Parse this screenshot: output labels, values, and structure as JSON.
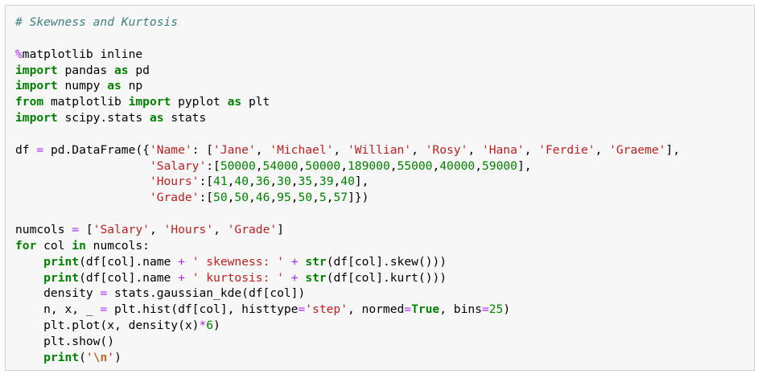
{
  "cell": {
    "lines": [
      [
        {
          "t": "comment",
          "v": "# Skewness and Kurtosis"
        }
      ],
      [],
      [
        {
          "t": "magic",
          "v": "%"
        },
        {
          "t": "text",
          "v": "matplotlib inline"
        }
      ],
      [
        {
          "t": "kw",
          "v": "import"
        },
        {
          "t": "text",
          "v": " pandas "
        },
        {
          "t": "kw",
          "v": "as"
        },
        {
          "t": "text",
          "v": " pd"
        }
      ],
      [
        {
          "t": "kw",
          "v": "import"
        },
        {
          "t": "text",
          "v": " numpy "
        },
        {
          "t": "kw",
          "v": "as"
        },
        {
          "t": "text",
          "v": " np"
        }
      ],
      [
        {
          "t": "kw",
          "v": "from"
        },
        {
          "t": "text",
          "v": " matplotlib "
        },
        {
          "t": "kw",
          "v": "import"
        },
        {
          "t": "text",
          "v": " pyplot "
        },
        {
          "t": "kw",
          "v": "as"
        },
        {
          "t": "text",
          "v": " plt"
        }
      ],
      [
        {
          "t": "kw",
          "v": "import"
        },
        {
          "t": "text",
          "v": " scipy.stats "
        },
        {
          "t": "kw",
          "v": "as"
        },
        {
          "t": "text",
          "v": " stats"
        }
      ],
      [],
      [
        {
          "t": "text",
          "v": "df "
        },
        {
          "t": "op",
          "v": "="
        },
        {
          "t": "text",
          "v": " pd.DataFrame({"
        },
        {
          "t": "str",
          "v": "'Name'"
        },
        {
          "t": "text",
          "v": ": ["
        },
        {
          "t": "str",
          "v": "'Jane'"
        },
        {
          "t": "text",
          "v": ", "
        },
        {
          "t": "str",
          "v": "'Michael'"
        },
        {
          "t": "text",
          "v": ", "
        },
        {
          "t": "str",
          "v": "'Willian'"
        },
        {
          "t": "text",
          "v": ", "
        },
        {
          "t": "str",
          "v": "'Rosy'"
        },
        {
          "t": "text",
          "v": ", "
        },
        {
          "t": "str",
          "v": "'Hana'"
        },
        {
          "t": "text",
          "v": ", "
        },
        {
          "t": "str",
          "v": "'Ferdie'"
        },
        {
          "t": "text",
          "v": ", "
        },
        {
          "t": "str",
          "v": "'Graeme'"
        },
        {
          "t": "text",
          "v": "],"
        }
      ],
      [
        {
          "t": "text",
          "v": "                   "
        },
        {
          "t": "str",
          "v": "'Salary'"
        },
        {
          "t": "text",
          "v": ":["
        },
        {
          "t": "num",
          "v": "50000"
        },
        {
          "t": "text",
          "v": ","
        },
        {
          "t": "num",
          "v": "54000"
        },
        {
          "t": "text",
          "v": ","
        },
        {
          "t": "num",
          "v": "50000"
        },
        {
          "t": "text",
          "v": ","
        },
        {
          "t": "num",
          "v": "189000"
        },
        {
          "t": "text",
          "v": ","
        },
        {
          "t": "num",
          "v": "55000"
        },
        {
          "t": "text",
          "v": ","
        },
        {
          "t": "num",
          "v": "40000"
        },
        {
          "t": "text",
          "v": ","
        },
        {
          "t": "num",
          "v": "59000"
        },
        {
          "t": "text",
          "v": "],"
        }
      ],
      [
        {
          "t": "text",
          "v": "                   "
        },
        {
          "t": "str",
          "v": "'Hours'"
        },
        {
          "t": "text",
          "v": ":["
        },
        {
          "t": "num",
          "v": "41"
        },
        {
          "t": "text",
          "v": ","
        },
        {
          "t": "num",
          "v": "40"
        },
        {
          "t": "text",
          "v": ","
        },
        {
          "t": "num",
          "v": "36"
        },
        {
          "t": "text",
          "v": ","
        },
        {
          "t": "num",
          "v": "30"
        },
        {
          "t": "text",
          "v": ","
        },
        {
          "t": "num",
          "v": "35"
        },
        {
          "t": "text",
          "v": ","
        },
        {
          "t": "num",
          "v": "39"
        },
        {
          "t": "text",
          "v": ","
        },
        {
          "t": "num",
          "v": "40"
        },
        {
          "t": "text",
          "v": "],"
        }
      ],
      [
        {
          "t": "text",
          "v": "                   "
        },
        {
          "t": "str",
          "v": "'Grade'"
        },
        {
          "t": "text",
          "v": ":["
        },
        {
          "t": "num",
          "v": "50"
        },
        {
          "t": "text",
          "v": ","
        },
        {
          "t": "num",
          "v": "50"
        },
        {
          "t": "text",
          "v": ","
        },
        {
          "t": "num",
          "v": "46"
        },
        {
          "t": "text",
          "v": ","
        },
        {
          "t": "num",
          "v": "95"
        },
        {
          "t": "text",
          "v": ","
        },
        {
          "t": "num",
          "v": "50"
        },
        {
          "t": "text",
          "v": ","
        },
        {
          "t": "num",
          "v": "5"
        },
        {
          "t": "text",
          "v": ","
        },
        {
          "t": "num",
          "v": "57"
        },
        {
          "t": "text",
          "v": "]})"
        }
      ],
      [],
      [
        {
          "t": "text",
          "v": "numcols "
        },
        {
          "t": "op",
          "v": "="
        },
        {
          "t": "text",
          "v": " ["
        },
        {
          "t": "str",
          "v": "'Salary'"
        },
        {
          "t": "text",
          "v": ", "
        },
        {
          "t": "str",
          "v": "'Hours'"
        },
        {
          "t": "text",
          "v": ", "
        },
        {
          "t": "str",
          "v": "'Grade'"
        },
        {
          "t": "text",
          "v": "]"
        }
      ],
      [
        {
          "t": "kw",
          "v": "for"
        },
        {
          "t": "text",
          "v": " col "
        },
        {
          "t": "kw",
          "v": "in"
        },
        {
          "t": "text",
          "v": " numcols:"
        }
      ],
      [
        {
          "t": "text",
          "v": "    "
        },
        {
          "t": "kw",
          "v": "print"
        },
        {
          "t": "text",
          "v": "(df[col].name "
        },
        {
          "t": "op",
          "v": "+"
        },
        {
          "t": "text",
          "v": " "
        },
        {
          "t": "str",
          "v": "' skewness: '"
        },
        {
          "t": "text",
          "v": " "
        },
        {
          "t": "op",
          "v": "+"
        },
        {
          "t": "text",
          "v": " "
        },
        {
          "t": "kw",
          "v": "str"
        },
        {
          "t": "text",
          "v": "(df[col].skew()))"
        }
      ],
      [
        {
          "t": "text",
          "v": "    "
        },
        {
          "t": "kw",
          "v": "print"
        },
        {
          "t": "text",
          "v": "(df[col].name "
        },
        {
          "t": "op",
          "v": "+"
        },
        {
          "t": "text",
          "v": " "
        },
        {
          "t": "str",
          "v": "' kurtosis: '"
        },
        {
          "t": "text",
          "v": " "
        },
        {
          "t": "op",
          "v": "+"
        },
        {
          "t": "text",
          "v": " "
        },
        {
          "t": "kw",
          "v": "str"
        },
        {
          "t": "text",
          "v": "(df[col].kurt()))"
        }
      ],
      [
        {
          "t": "text",
          "v": "    density "
        },
        {
          "t": "op",
          "v": "="
        },
        {
          "t": "text",
          "v": " stats.gaussian_kde(df[col])"
        }
      ],
      [
        {
          "t": "text",
          "v": "    n, x, _ "
        },
        {
          "t": "op",
          "v": "="
        },
        {
          "t": "text",
          "v": " plt.hist(df[col], histtype"
        },
        {
          "t": "op",
          "v": "="
        },
        {
          "t": "str",
          "v": "'step'"
        },
        {
          "t": "text",
          "v": ", normed"
        },
        {
          "t": "op",
          "v": "="
        },
        {
          "t": "kw",
          "v": "True"
        },
        {
          "t": "text",
          "v": ", bins"
        },
        {
          "t": "op",
          "v": "="
        },
        {
          "t": "num",
          "v": "25"
        },
        {
          "t": "text",
          "v": ")"
        }
      ],
      [
        {
          "t": "text",
          "v": "    plt.plot(x, density(x)"
        },
        {
          "t": "op",
          "v": "*"
        },
        {
          "t": "num",
          "v": "6"
        },
        {
          "t": "text",
          "v": ")"
        }
      ],
      [
        {
          "t": "text",
          "v": "    plt.show()"
        }
      ],
      [
        {
          "t": "text",
          "v": "    "
        },
        {
          "t": "kw",
          "v": "print"
        },
        {
          "t": "text",
          "v": "("
        },
        {
          "t": "str",
          "v": "'"
        },
        {
          "t": "esc",
          "v": "\\n"
        },
        {
          "t": "str",
          "v": "'"
        },
        {
          "t": "text",
          "v": ")"
        }
      ]
    ]
  }
}
